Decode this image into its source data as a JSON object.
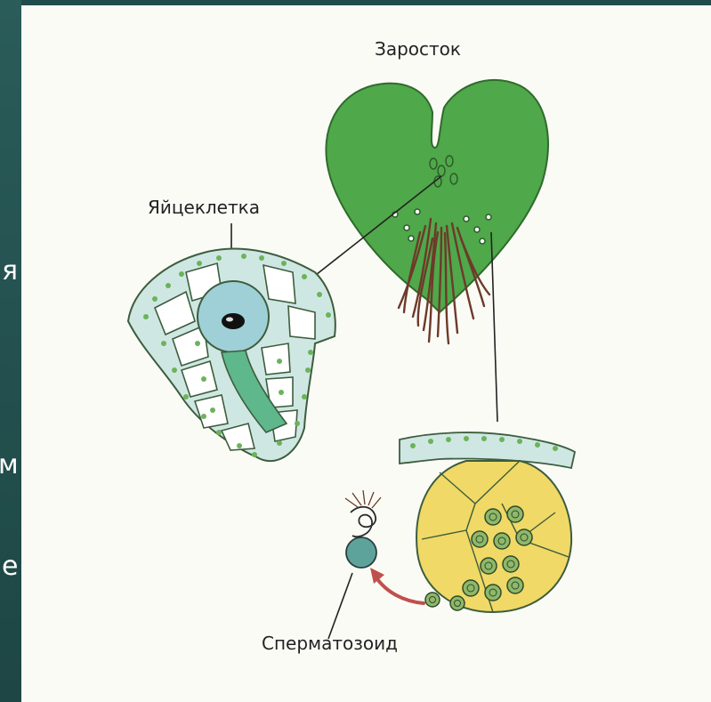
{
  "slide_fragments": [
    "я",
    "м",
    "е"
  ],
  "labels": {
    "prothallus": "Заросток",
    "egg_cell": "Яйцеклетка",
    "sperm": "Сперматозоид"
  },
  "colors": {
    "prothallus_green": "#4fa84a",
    "rhizoid_brown": "#6d3a2a",
    "cell_green": "#6bb35a",
    "egg_blue": "#9fd0d8",
    "antheridium_yellow": "#f0d966",
    "arrow_red": "#c0504d",
    "background_teal": "#1f4b4a"
  }
}
